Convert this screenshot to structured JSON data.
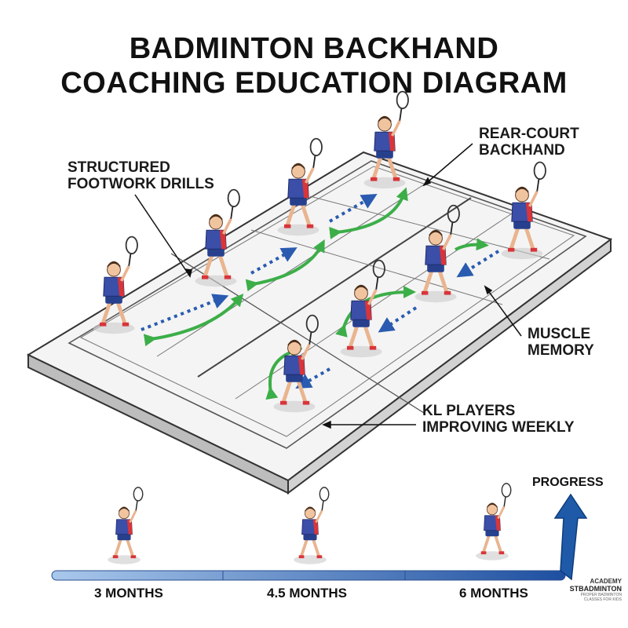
{
  "title": {
    "line1": "BADMINTON BACKHAND",
    "line2": "COACHING EDUCATION DIAGRAM"
  },
  "callouts": {
    "footwork": {
      "line1": "STRUCTURED",
      "line2": "FOOTWORK DRILLS"
    },
    "rear_court": {
      "line1": "REAR-COURT",
      "line2": "BACKHAND"
    },
    "muscle": {
      "line1": "MUSCLE",
      "line2": "MEMORY"
    },
    "kl": {
      "line1": "KL PLAYERS",
      "line2": "IMPROVING WEEKLY"
    }
  },
  "progress": {
    "label": "PROGRESS",
    "stages": [
      "3 MONTHS",
      "4.5 MONTHS",
      "6 MONTHS"
    ]
  },
  "logo": {
    "top": "ACADEMY",
    "name": "STBADMINTON",
    "tagline": "PROPER BADMINTON CLASSES FOR KIDS"
  },
  "colors": {
    "shirt": "#3b4ea8",
    "accent": "#d8353a",
    "dotted_arrow": "#2a5bb0",
    "curved_arrow": "#3cae48",
    "timeline_start": "#a9c8ec",
    "timeline_end": "#1e4fa0"
  }
}
